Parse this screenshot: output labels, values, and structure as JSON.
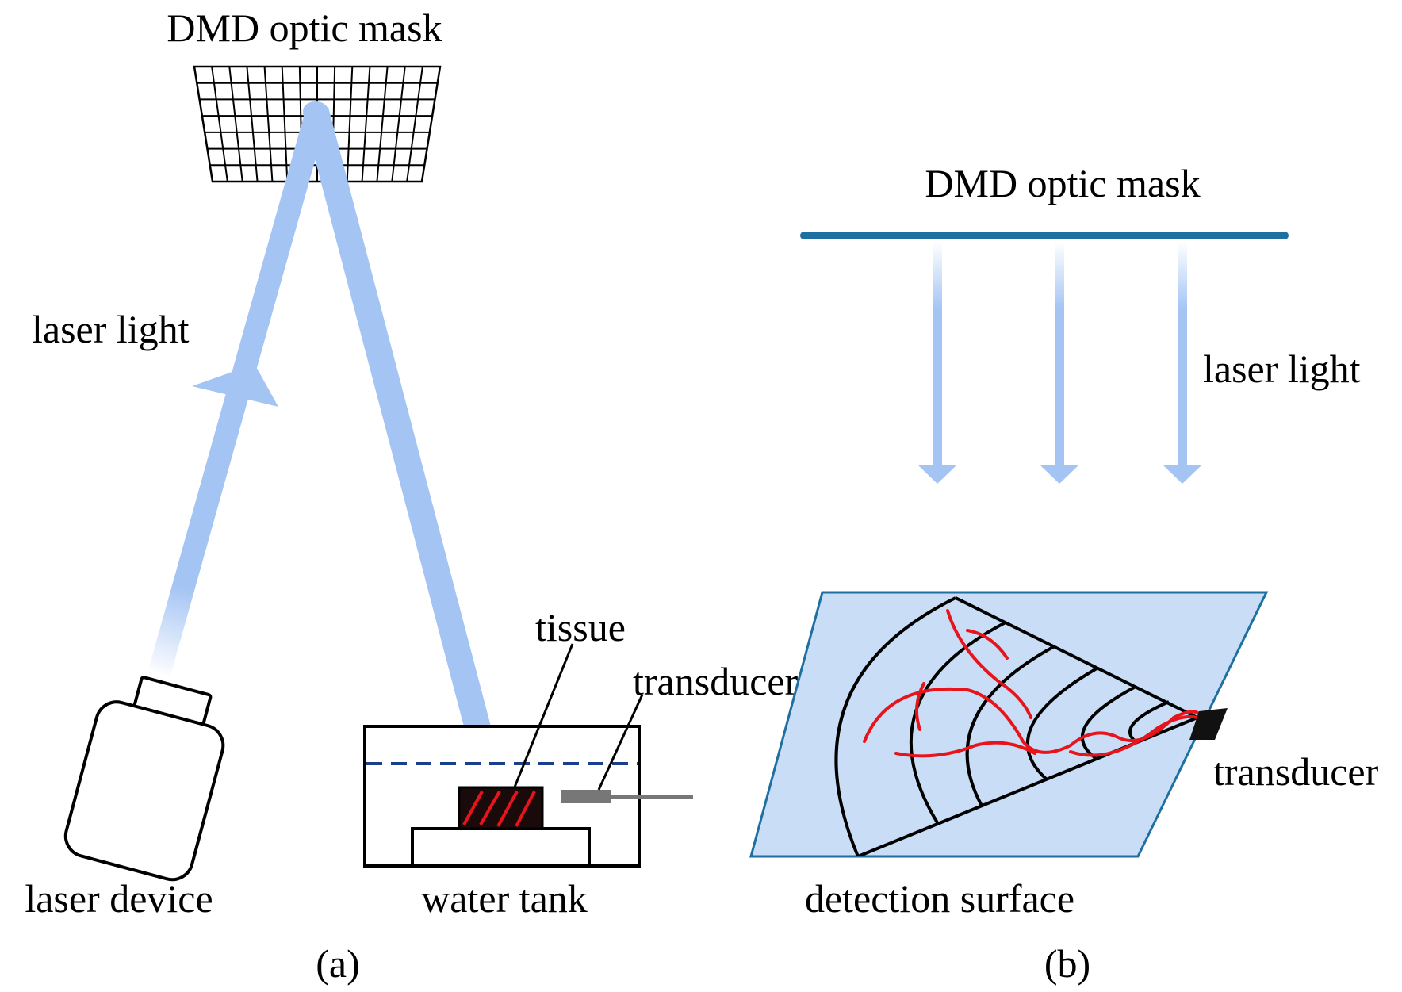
{
  "panel_a": {
    "mask_label": "DMD optic mask",
    "light_label": "laser light",
    "laser_label": "laser device",
    "tank_label": "water tank",
    "tissue_label": "tissue",
    "transducer_label": "transducer",
    "caption": "(a)"
  },
  "panel_b": {
    "mask_label": "DMD optic mask",
    "light_label": "laser light",
    "surface_label": "detection surface",
    "transducer_label": "transducer",
    "caption": "(b)"
  },
  "colors": {
    "beam": "#a4c4f4",
    "mask_bar": "#1f6fa0",
    "surface_fill": "#c9def6",
    "surface_edge": "#1f6fa0",
    "water_line": "#1a3f8c",
    "vessel": "#e8141c",
    "tissue": "#1a0a0a"
  },
  "icons": [
    "laser-device-icon",
    "water-tank-icon",
    "dmd-grid-icon",
    "transducer-icon"
  ]
}
